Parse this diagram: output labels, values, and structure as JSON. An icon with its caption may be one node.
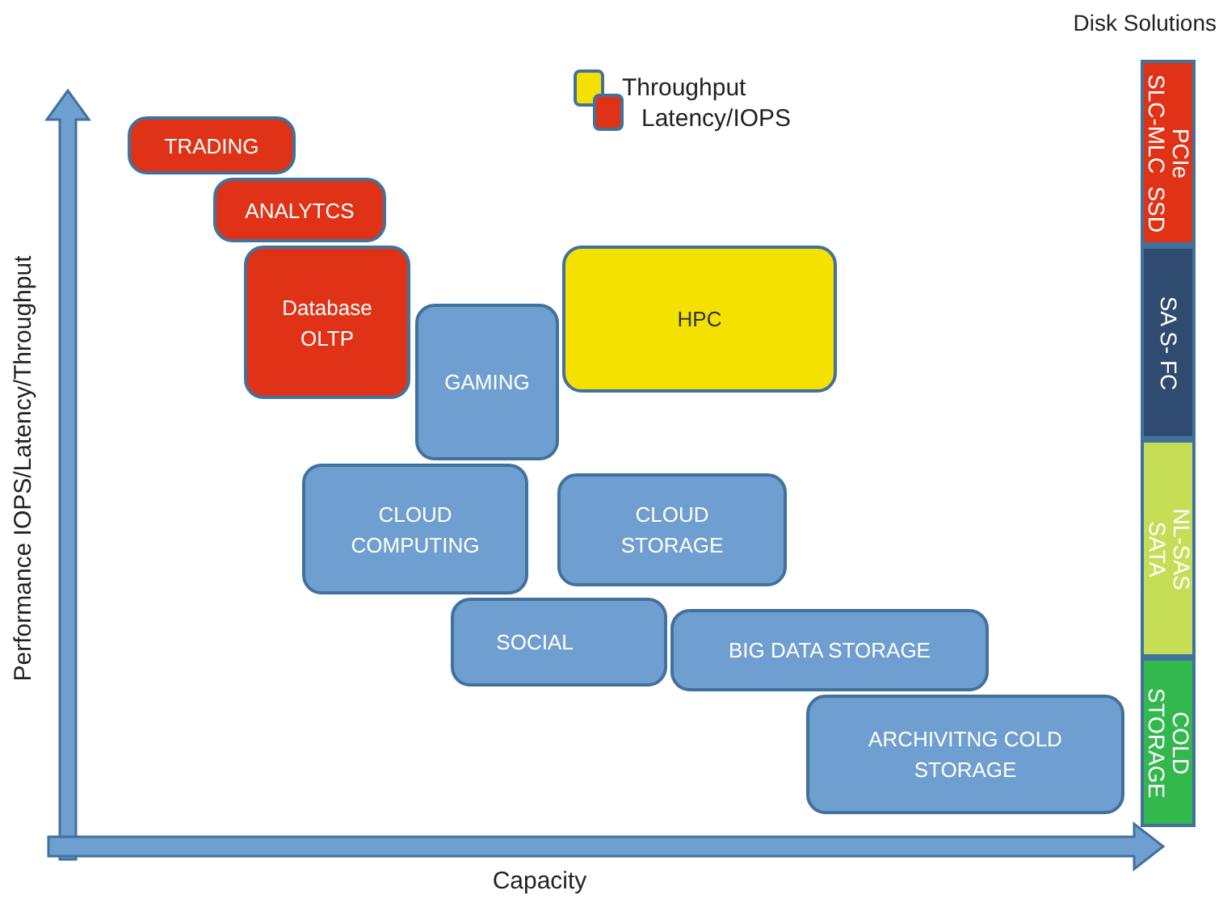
{
  "diagram": {
    "nodes": [
      {
        "text": [
          "TRADING"
        ]
      },
      {
        "text": [
          "ANALYTCS"
        ]
      },
      {
        "text": [
          "Database OLTP"
        ]
      },
      {
        "text": [
          "GAMING"
        ]
      },
      {
        "text": [
          "HPC"
        ]
      },
      {
        "text": [
          "CLOUD COMPUTING"
        ]
      },
      {
        "text": [
          "CLOUD STORAGE"
        ]
      },
      {
        "text": [
          "SOCIAL"
        ]
      },
      {
        "text": [
          "BIG DATA STORAGE"
        ]
      },
      {
        "text": [
          "ARCHIVITNG COLD STORAGE"
        ]
      },
      {
        "text": [
          "PCIe",
          "SLC-MLC  SSD"
        ]
      },
      {
        "text": [
          "SA S- FC"
        ]
      },
      {
        "text": [
          "NL-SAS",
          "SATA"
        ]
      },
      {
        "text": [
          "COLD",
          "STORAGE"
        ]
      }
    ],
    "edges": [],
    "labels": [
      "Disk Solutions",
      "Performance IOPS/Latency/Throughput",
      "Capacity"
    ],
    "legend": [
      {
        "text": "Throughput",
        "color": "#f5e100"
      },
      {
        "text": "Latency/IOPS",
        "color": "#e03216"
      }
    ]
  }
}
